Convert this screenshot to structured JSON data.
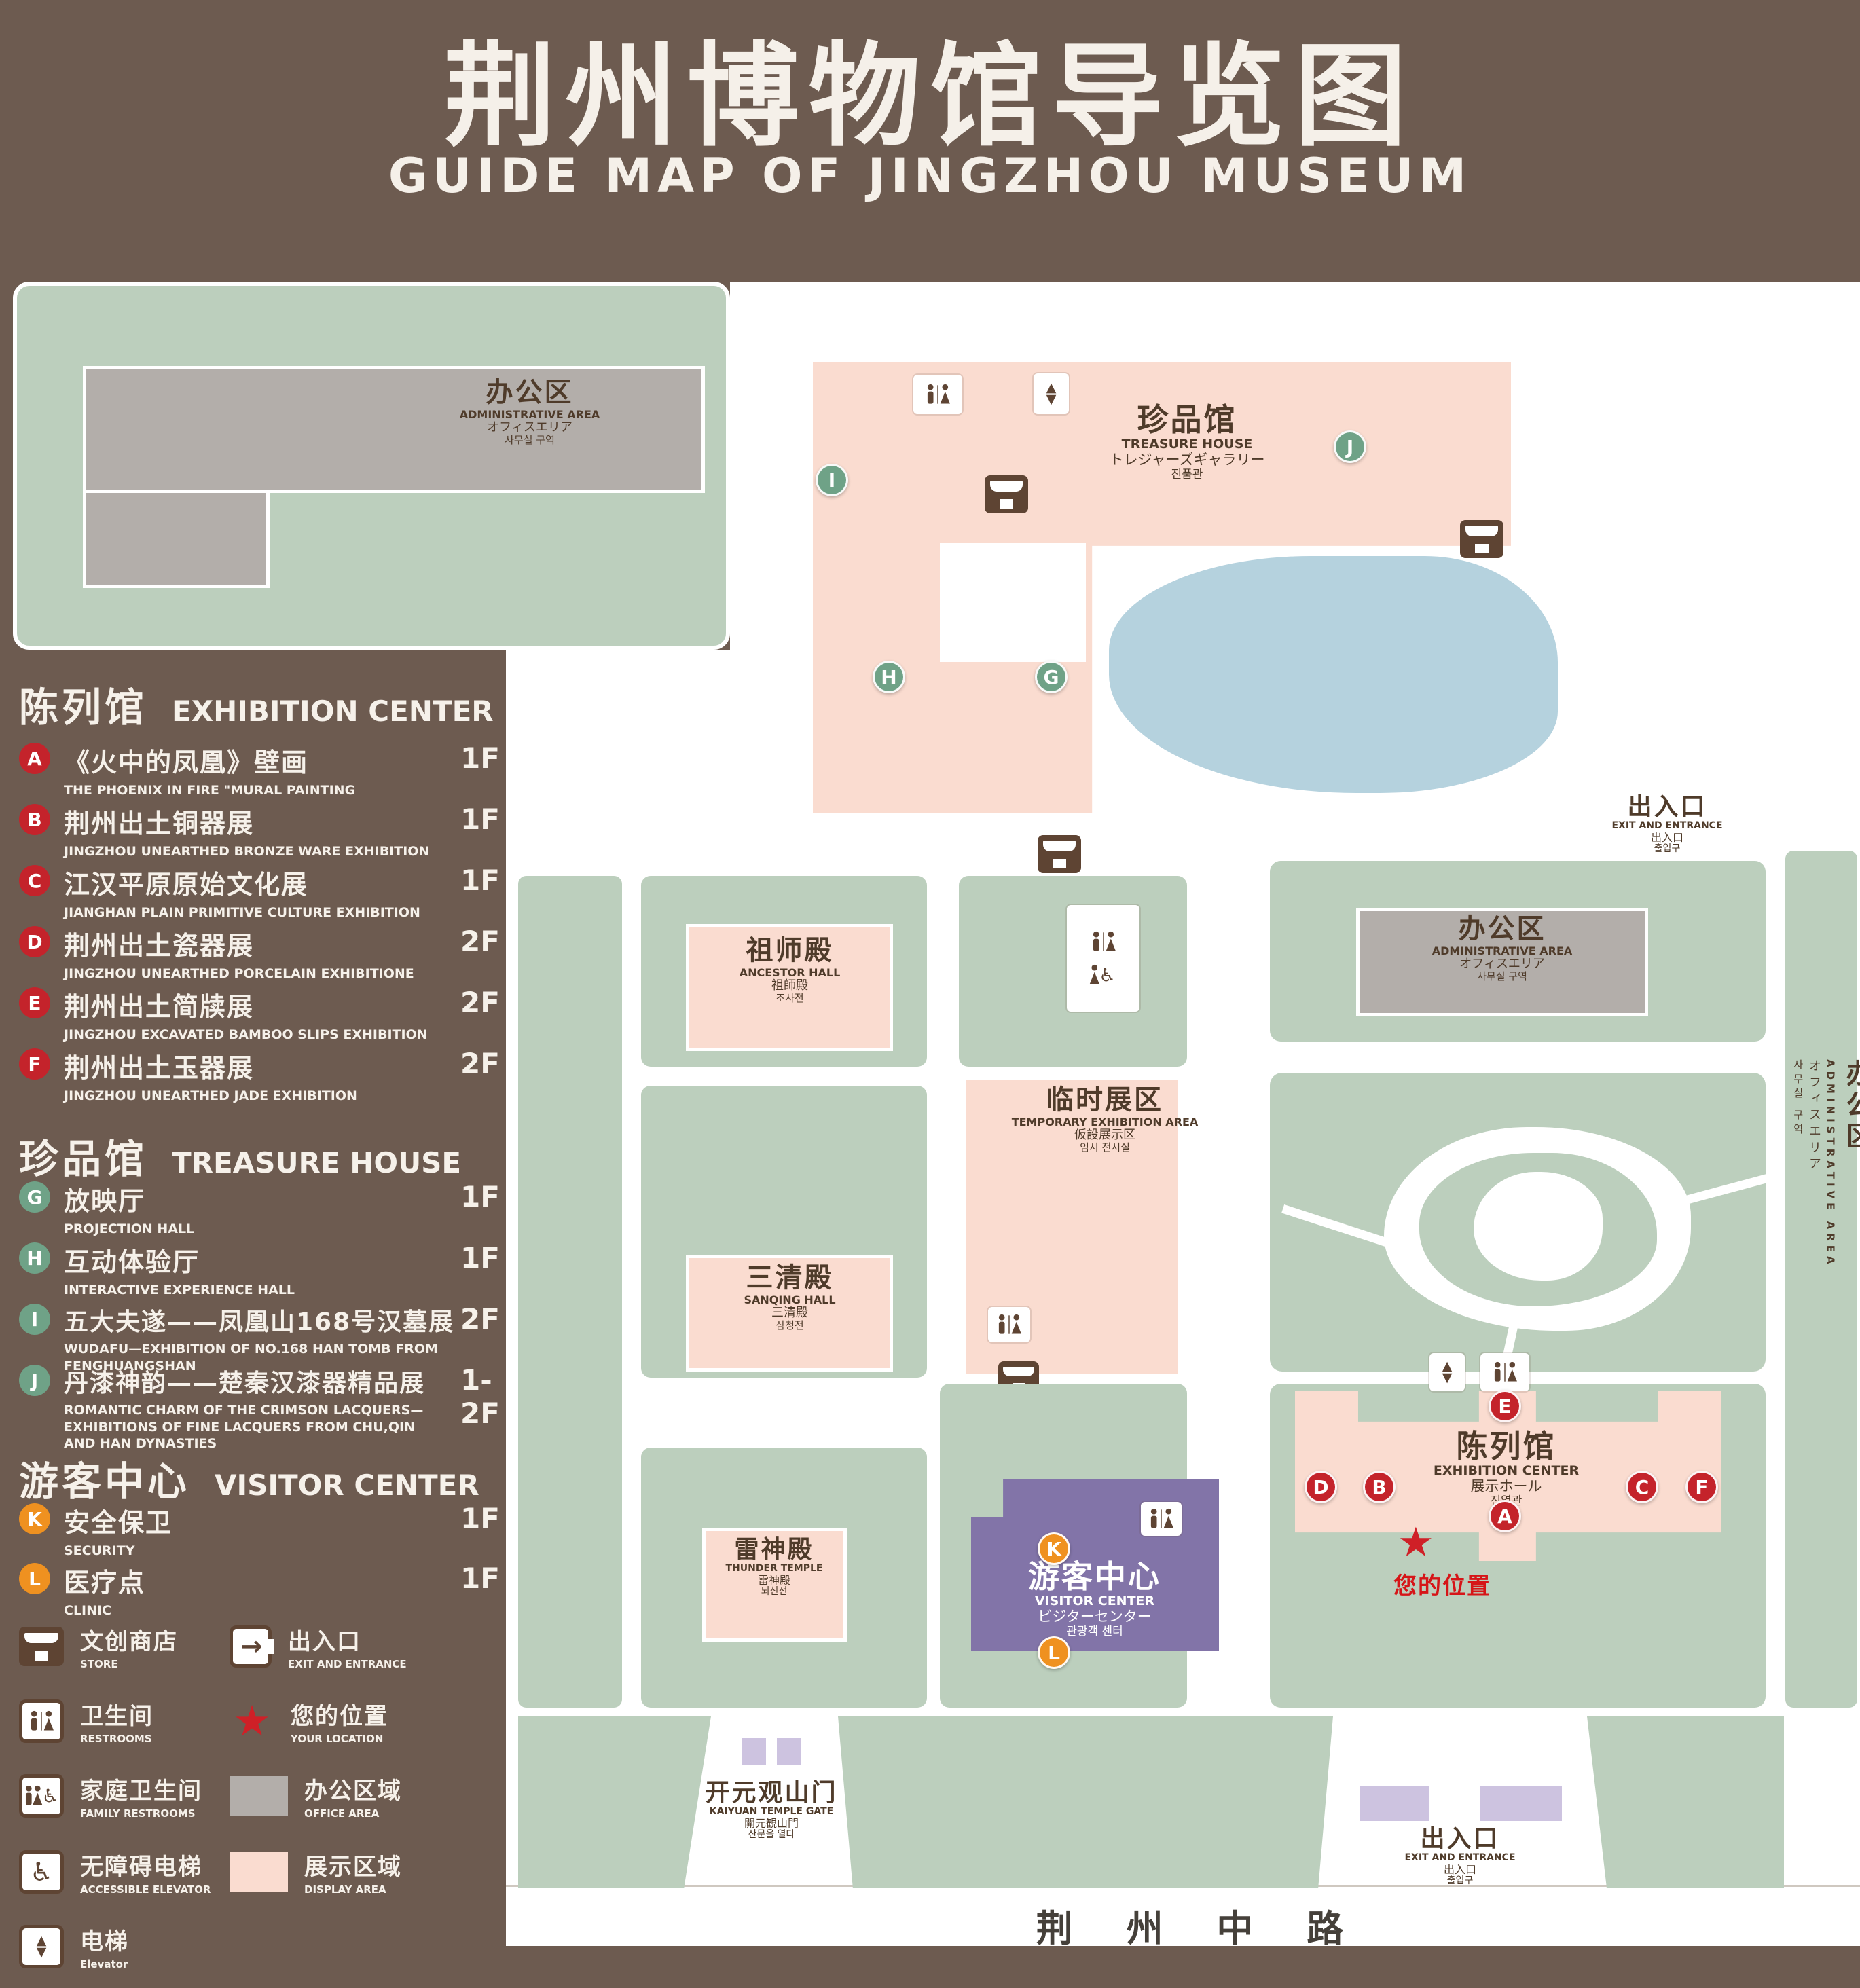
{
  "title": {
    "zh": "荆州博物馆导览图",
    "en": "GUIDE MAP OF JINGZHOU MUSEUM"
  },
  "sidebar": {
    "sections": [
      {
        "zh": "陈列馆",
        "en": "EXHIBITION CENTER",
        "items": [
          {
            "letter": "A",
            "zh": "《火中的凤凰》壁画",
            "en": "THE PHOENIX IN FIRE \"MURAL PAINTING",
            "floor": "1F"
          },
          {
            "letter": "B",
            "zh": "荆州出土铜器展",
            "en": "JINGZHOU UNEARTHED BRONZE WARE EXHIBITION",
            "floor": "1F"
          },
          {
            "letter": "C",
            "zh": "江汉平原原始文化展",
            "en": "JIANGHAN PLAIN PRIMITIVE CULTURE EXHIBITION",
            "floor": "1F"
          },
          {
            "letter": "D",
            "zh": "荆州出土瓷器展",
            "en": "JINGZHOU UNEARTHED PORCELAIN EXHIBITIONE",
            "floor": "2F"
          },
          {
            "letter": "E",
            "zh": "荆州出土简牍展",
            "en": "JINGZHOU EXCAVATED BAMBOO SLIPS EXHIBITION",
            "floor": "2F"
          },
          {
            "letter": "F",
            "zh": "荆州出土玉器展",
            "en": "JINGZHOU UNEARTHED JADE EXHIBITION",
            "floor": "2F"
          }
        ]
      },
      {
        "zh": "珍品馆",
        "en": "TREASURE HOUSE",
        "items": [
          {
            "letter": "G",
            "zh": "放映厅",
            "en": "PROJECTION HALL",
            "floor": "1F"
          },
          {
            "letter": "H",
            "zh": "互动体验厅",
            "en": "INTERACTIVE EXPERIENCE HALL",
            "floor": "1F"
          },
          {
            "letter": "I",
            "zh": "五大夫遂——凤凰山168号汉墓展",
            "en": "WUDAFU—EXHIBITION OF NO.168 HAN TOMB FROM FENGHUANGSHAN",
            "floor": "2F"
          },
          {
            "letter": "J",
            "zh": "丹漆神韵——楚秦汉漆器精品展",
            "en": "ROMANTIC CHARM OF THE CRIMSON LACQUERS—EXHIBITIONS OF FINE LACQUERS FROM CHU,QIN AND HAN DYNASTIES",
            "floor": "1-2F"
          }
        ]
      },
      {
        "zh": "游客中心",
        "en": "VISITOR CENTER",
        "items": [
          {
            "letter": "K",
            "zh": "安全保卫",
            "en": "SECURITY",
            "floor": "1F"
          },
          {
            "letter": "L",
            "zh": "医疗点",
            "en": "CLINIC",
            "floor": "1F"
          }
        ]
      }
    ],
    "legend": [
      {
        "zh": "文创商店",
        "en": "STORE"
      },
      {
        "zh": "出入口",
        "en": "EXIT AND ENTRANCE"
      },
      {
        "zh": "卫生间",
        "en": "RESTROOMS"
      },
      {
        "zh": "您的位置",
        "en": "YOUR LOCATION"
      },
      {
        "zh": "家庭卫生间",
        "en": "FAMILY RESTROOMS"
      },
      {
        "zh": "办公区域",
        "en": "OFFICE AREA"
      },
      {
        "zh": "无障碍电梯",
        "en": "ACCESSIBLE ELEVATOR"
      },
      {
        "zh": "展示区域",
        "en": "DISPLAY AREA"
      },
      {
        "zh": "电梯",
        "en": "Elevator"
      }
    ]
  },
  "map": {
    "admin_tl": {
      "zh": "办公区",
      "en": "ADMINISTRATIVE AREA",
      "ja": "オフィスエリア",
      "ko": "사무실 구역"
    },
    "treasure": {
      "zh": "珍品馆",
      "en": "TREASURE HOUSE",
      "ja": "トレジャーズギャラリー",
      "ko": "진품관"
    },
    "exit_right": {
      "zh": "出入口",
      "en": "EXIT AND ENTRANCE",
      "ja": "出入口",
      "ko": "출입구"
    },
    "admin_right": {
      "zh": "办公区",
      "en": "ADMINISTRATIVE AREA",
      "ja": "オフィスエリア",
      "ko": "사무실 구역"
    },
    "admin_side": {
      "zh": "办公区",
      "en": "ADMINISTRATIVE AREA",
      "ja": "オフィスエリア",
      "ko": "사무실 구역"
    },
    "ancestor": {
      "zh": "祖师殿",
      "en": "ANCESTOR HALL",
      "ja": "祖師殿",
      "ko": "조사전"
    },
    "temporary": {
      "zh": "临时展区",
      "en": "TEMPORARY EXHIBITION AREA",
      "ja": "仮設展示区",
      "ko": "임시 전시실"
    },
    "sanqing": {
      "zh": "三清殿",
      "en": "SANQING HALL",
      "ja": "三清殿",
      "ko": "삼청전"
    },
    "thunder": {
      "zh": "雷神殿",
      "en": "THUNDER TEMPLE",
      "ja": "雷神殿",
      "ko": "뇌신전"
    },
    "visitor": {
      "zh": "游客中心",
      "en": "VISITOR CENTER",
      "ja": "ビジターセンター",
      "ko": "관광객 센터"
    },
    "exhibition": {
      "zh": "陈列馆",
      "en": "EXHIBITION CENTER",
      "ja": "展示ホール",
      "ko": "진열관"
    },
    "gate": {
      "zh": "开元观山门",
      "en": "KAIYUAN TEMPLE GATE",
      "ja": "開元観山門",
      "ko": "산문을 열다"
    },
    "exit_bottom": {
      "zh": "出入口",
      "en": "EXIT AND ENTRANCE",
      "ja": "出入口",
      "ko": "출입구"
    },
    "road": "荆 州 中 路",
    "your_location": "您的位置",
    "markers": {
      "A": "A",
      "B": "B",
      "C": "C",
      "D": "D",
      "E": "E",
      "F": "F",
      "G": "G",
      "H": "H",
      "I": "I",
      "J": "J",
      "K": "K",
      "L": "L"
    }
  },
  "colors": {
    "background": "#6d5b50",
    "display_area": "#fadcd0",
    "office_area": "#b3aeaa",
    "grounds": "#bccfbd",
    "water": "#b5d2de",
    "visitor_center": "#8274a8",
    "entrance": "#cdc3e0",
    "marker_red": "#c4232b",
    "marker_green": "#6fa287",
    "marker_orange": "#ef9120",
    "accent_brown": "#5e4433",
    "location_red": "#d61518"
  }
}
